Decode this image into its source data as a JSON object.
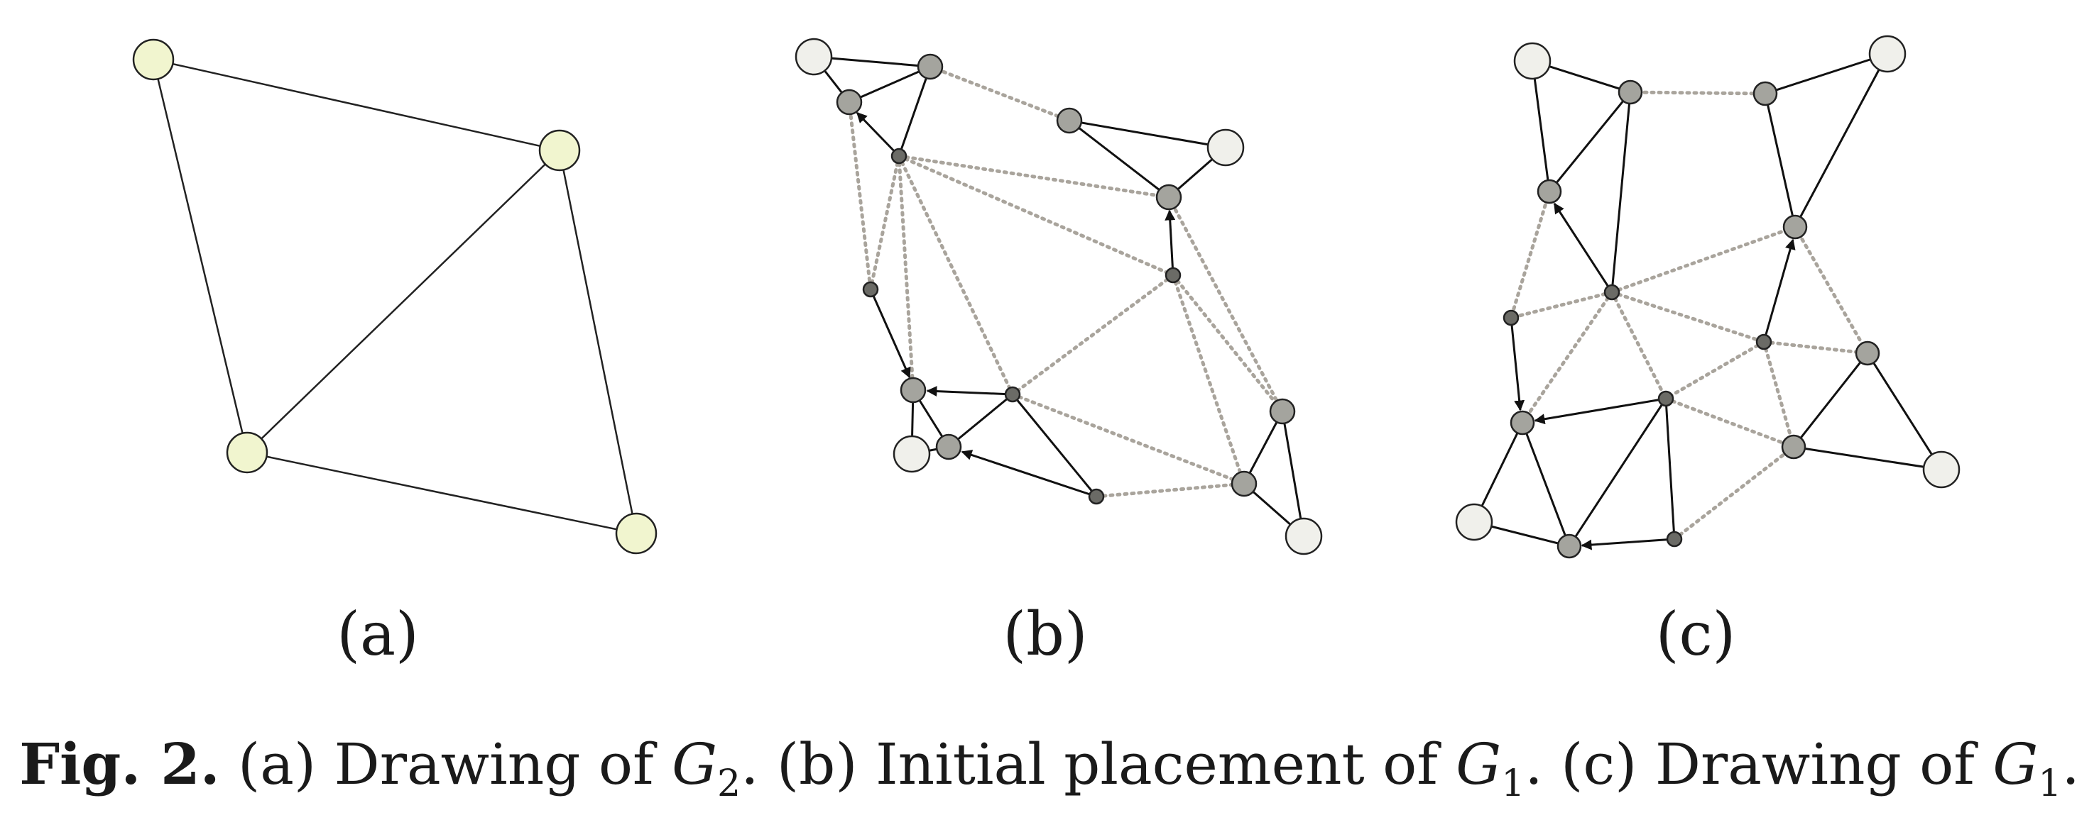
{
  "panels": [
    {
      "id": "a",
      "label": "(a)"
    },
    {
      "id": "b",
      "label": "(b)"
    },
    {
      "id": "c",
      "label": "(c)"
    }
  ],
  "caption": {
    "fig_label": "Fig. 2.",
    "parts": [
      {
        "before": " (a) Drawing of ",
        "var": "G",
        "sub": "2",
        "after": "."
      },
      {
        "before": " (b) Initial placement of ",
        "var": "G",
        "sub": "1",
        "after": "."
      },
      {
        "before": " (c) Drawing of ",
        "var": "G",
        "sub": "1",
        "after": "."
      }
    ]
  },
  "colors": {
    "large_node_g2": "#f1f5cf",
    "light_node": "#f0f0eb",
    "medium_node": "#a4a49e",
    "small_node": "#6b6b66",
    "solid_edge": "#111111",
    "dotted_edge": "#a9a49c"
  }
}
